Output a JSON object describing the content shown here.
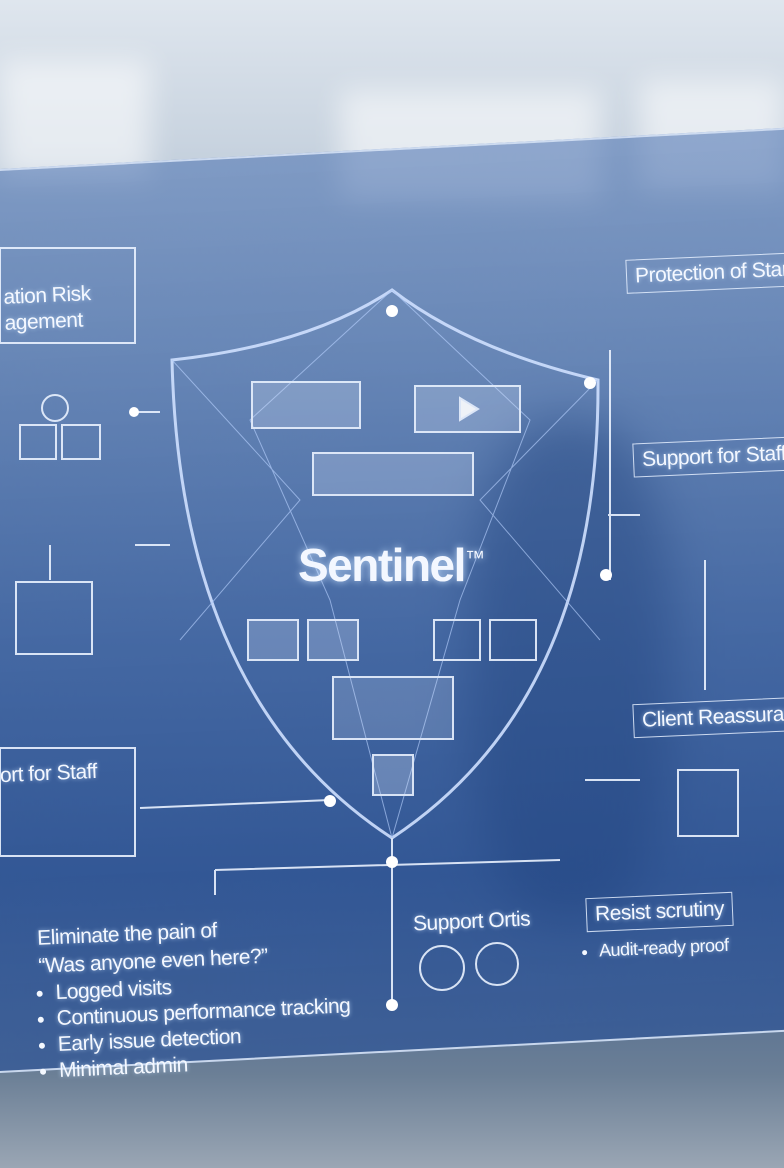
{
  "diagram": {
    "title": "Sentinel",
    "trademark": "™",
    "labels": {
      "risk_management_line1": "ation Risk",
      "risk_management_line2": "agement",
      "protection": "Protection of Stan",
      "support_staff_right": "Support for Staff",
      "client_reassurance": "Client Reassurance",
      "support_staff_left": "ort for Staff",
      "support_ortis": "Support Ortis",
      "resist_scrutiny": "Resist scrutiny"
    },
    "eliminate": {
      "heading_line1": "Eliminate the pain of",
      "heading_line2": "“Was anyone even here?”",
      "bullets": [
        "Logged visits",
        "Continuous performance tracking",
        "Early issue detection",
        "Minimal admin"
      ]
    },
    "resist": {
      "bullets": [
        "Audit-ready proof"
      ]
    },
    "colors": {
      "panel": "#3f6fb0",
      "line": "#eaf2ff",
      "accent": "#a9c8ff"
    }
  }
}
